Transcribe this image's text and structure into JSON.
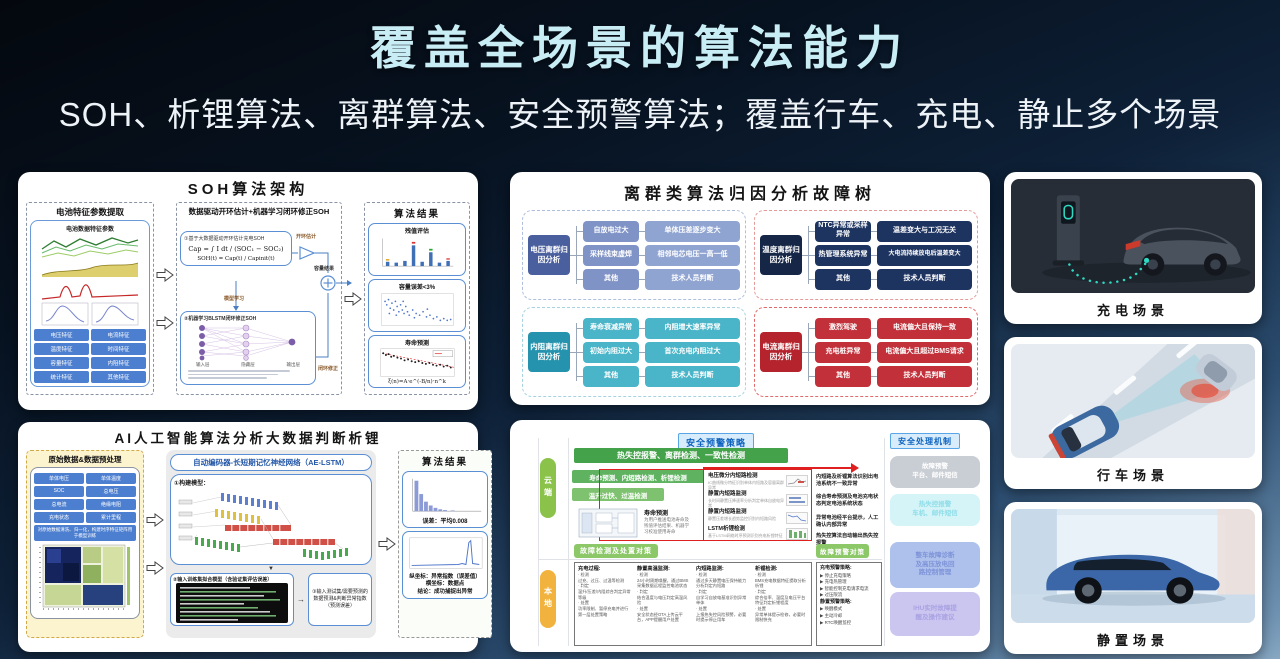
{
  "slide": {
    "title": "覆盖全场景的算法能力",
    "subtitle": "SOH、析锂算法、离群算法、安全预警算法；覆盖行车、充电、静止多个场景"
  },
  "icons": {
    "down_arrow": "▼",
    "right_arrow": "→"
  },
  "soh": {
    "title": "SOH算法架构",
    "extract": {
      "header": "电池特征参数提取",
      "inner_label": "电池数据特征参数",
      "pills": [
        "电压特征",
        "电流特征",
        "温度特征",
        "时间特征",
        "容量特征",
        "内阻特征",
        "统计特征",
        "其他特征"
      ]
    },
    "estimate": {
      "header": "数据驱动开环估计+机器学习闭环修正SOH",
      "step1": "①基于大数据驱动开环估计充电SOH",
      "formula_cap": "Cap = ∫ I dt / (SOC₁ − SOC₂)",
      "formula_soh": "SOH(t) = Cap(t) / Capinit(t)",
      "open_loop": "开环估计",
      "model_learn": "模型学习",
      "step2": "②机器学习BLSTM闭环修正SOH",
      "nn_layers": [
        "输入层",
        "隐藏层",
        "输出层"
      ],
      "closed_loop": "闭环修正",
      "result": "容量结果"
    },
    "result": {
      "header": "算法结果",
      "box1": "残值评估",
      "box2": "容量误差<3%",
      "box3": "寿命预测",
      "formula_life": "ξ(n)=A·e^(-B/n)·n^k"
    }
  },
  "tree": {
    "title": "离群类算法归因分析故障树",
    "groups": [
      {
        "root": "电压离群归因分析",
        "mid": [
          "自放电过大",
          "采样线束虚焊",
          "其他"
        ],
        "leaf": [
          "单体压差逐步变大",
          "相邻电芯电压一高一低",
          "技术人员判断"
        ]
      },
      {
        "root": "温度离群归因分析",
        "mid": [
          "NTC异常或采样异常",
          "热管理系统异常",
          "其他"
        ],
        "leaf": [
          "温差变大与工况无关",
          "大电流持续放电后温差变大",
          "技术人员判断"
        ]
      },
      {
        "root": "内阻离群归因分析",
        "mid": [
          "寿命衰减异常",
          "初始内阻过大",
          "其他"
        ],
        "leaf": [
          "内阻增大速率异常",
          "首次充电内阻过大",
          "技术人员判断"
        ]
      },
      {
        "root": "电流离群归因分析",
        "mid": [
          "激烈驾驶",
          "充电桩异常",
          "其他"
        ],
        "leaf": [
          "电流偏大且保持一致",
          "电流偏大且超过BMS请求",
          "技术人员判断"
        ]
      }
    ]
  },
  "ai": {
    "title": "AI人工智能算法分析大数据判断析锂",
    "raw": {
      "header": "原始数据&数据预处理",
      "pills": [
        "单体电压",
        "单体温度",
        "SOC",
        "总电压",
        "总电流",
        "绝缘电阻",
        "充电状态",
        "累计里程"
      ],
      "note": "对原始数据清洗、归一化，构建时序特征矩阵用于模型训练"
    },
    "model": {
      "header": "自动编码器-长短期记忆神经网络（AE-LSTM）",
      "step1": "①构建模型：",
      "step2": "②输入训练集拟合模型（含验证集评估误差）",
      "step3": "③输入测试集/需要预测的数据预测&判断异常指数（预测误差）"
    },
    "result": {
      "header": "算法结果",
      "caption1": "误差：平均0.008",
      "caption2_lines": [
        "纵坐标：异常指数（误差值）",
        "横坐标：数据点",
        "结论：成功捕捉出异常"
      ]
    }
  },
  "safety": {
    "strategy_badge": "安全预警策略",
    "mechanism_badge": "安全处理机制",
    "cloud": "云端",
    "local": "本地",
    "bars": [
      "热失控报警、离群检测、一致性检测",
      "寿命预测、内短路检测、析锂检测",
      "温升过快、过温检测"
    ],
    "life": {
      "title": "寿命预测",
      "desc": "为用户推送电池寿命及\n残值评估结果、机器学\n习校准使用寿命"
    },
    "detections": [
      {
        "t": "电压微分内短路检测",
        "d": "IC曲线微分特征识别单体内短路及容量离群异常"
      },
      {
        "t": "静置内短路监测",
        "d": "长时间静置压降速率分析判定单体自放电异常"
      },
      {
        "t": "静置内短路监测",
        "d": "静置压差增长趋势监控识别内短路风险"
      },
      {
        "t": "LSTM析锂检测",
        "d": "基于LSTM网络时序预测识别充电析锂特征"
      }
    ],
    "outcomes": [
      "内短路及析锂算法识别出电池系统不一致异常",
      "综合寿命预测及电池充电状态判定电池系统状态",
      "异常电池经平台提示，人工确认内部异常",
      "热失控算法自动输出热失控报警"
    ],
    "mechanisms": [
      {
        "text": "故障预警\n平台、邮件短信"
      },
      {
        "text": "热失控报警\n车机、邮件短信"
      },
      {
        "text": "整车故障诊断\n及高压放电回\n路控制管理"
      },
      {
        "text": "IHU实时故障提\n醒及操作建议"
      }
    ],
    "local_badge": "故障检测及处置对策",
    "columns": [
      {
        "title": "充电过程:",
        "body": "· 检测\n过充、过压、过温等检测\n· 判定\n温升/压差/内阻综合判定异常等级\n· 处置\n功率限制、暂停充电并进行第一层处置策略"
      },
      {
        "title": "静置高温监测:",
        "body": "· 检测\n24小时周期唤醒，通过BMS采集数据远程监控电池状态\n· 判定\n结合温度与电压判定高温风险\n· 处置\n安全状态经OTA上传云平台，APP提醒用户处置"
      },
      {
        "title": "内短路监测:",
        "body": "· 检测\n通过多天静置电压保持能力分析判定内短路\n· 判定\n自学习自放电基准识别异常单体\n· 处置\n上报热失控风险预警，必要时提示停止用车"
      },
      {
        "title": "析锂检测:",
        "body": "· 检测\nBMS充电数据特征提取分析析锂\n· 判定\n综合倍率、温度及电压平台特征判定析锂程度\n· 处置\n异常单体提示检修，必要时限制快充"
      }
    ],
    "strategy2_badge": "故障预警对策",
    "strategy_lines": [
      "充电预警策略:",
      "▶ 停止充电策略",
      "▶ 充电热管理",
      "▶ 智能控制充电请求电流",
      "▶ 过压限流",
      "静置预警策略:",
      "▶ 唤醒模式",
      "▶ 主动冷却",
      "▶ RTC唤醒监控"
    ]
  },
  "scenes": [
    {
      "caption": "充电场景"
    },
    {
      "caption": "行车场景"
    },
    {
      "caption": "静置场景"
    }
  ]
}
